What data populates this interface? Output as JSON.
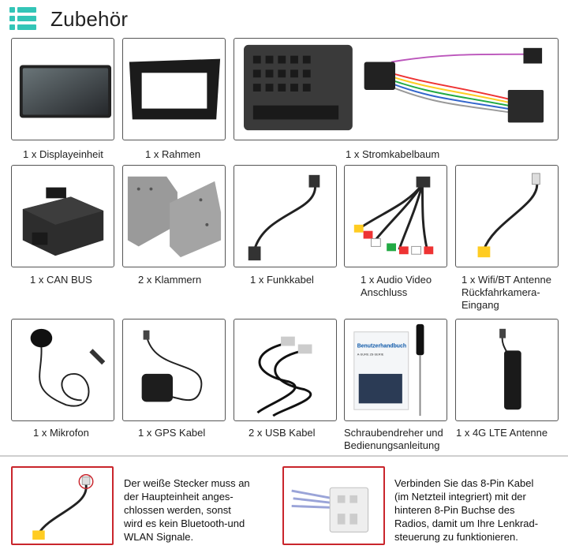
{
  "header": {
    "title": "Zubehör"
  },
  "items": [
    {
      "label": "1 x Displayeinheit"
    },
    {
      "label": "1 x Rahmen"
    },
    {
      "label": "1 x Stromkabelbaum"
    },
    {
      "label": "1 x CAN BUS"
    },
    {
      "label": "2 x  Klammern"
    },
    {
      "label": "1 x Funkkabel"
    },
    {
      "label_lines": [
        "1 x Audio Video",
        "Anschluss"
      ]
    },
    {
      "label_lines": [
        "1 x Wifi/BT Antenne",
        "Rückfahrkamera-",
        "Eingang"
      ]
    },
    {
      "label": "1 x Mikrofon"
    },
    {
      "label": "1 x GPS Kabel"
    },
    {
      "label": "2 x USB Kabel"
    },
    {
      "label_lines": [
        "Schraubendreher und",
        "Bedienungsanleitung"
      ]
    },
    {
      "label": "1 x 4G LTE Antenne"
    }
  ],
  "manual": {
    "cover_title": "Benutzerhandbuch",
    "cover_subtitle": "A-SURE Z8-SERIE"
  },
  "notes": [
    {
      "lines": [
        "Der weiße Stecker muss an",
        "der Haupteinheit anges-",
        "chlossen werden,  sonst",
        "wird es kein Bluetooth-und",
        "WLAN Signale."
      ]
    },
    {
      "lines": [
        "Verbinden Sie das 8-Pin Kabel",
        "(im Netzteil integriert) mit der",
        "hinteren 8-Pin Buchse des",
        "Radios, damit um Ihre Lenkrad-",
        "steuerung zu funktionieren."
      ]
    }
  ],
  "colors": {
    "accent": "#33c5b7",
    "note_border": "#c9252c"
  }
}
